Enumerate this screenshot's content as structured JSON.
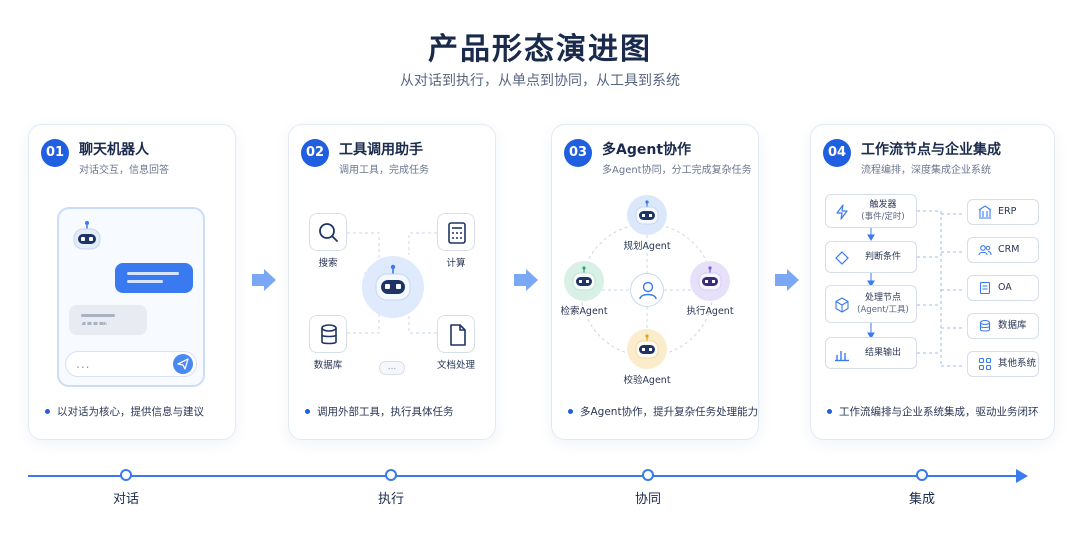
{
  "header": {
    "title": "产品形态演进图",
    "subtitle": "从对话到执行，从单点到协同，从工具到系统"
  },
  "cards": [
    {
      "num": "01",
      "title": "聊天机器人",
      "desc": "对话交互，信息回答",
      "footer": "以对话为核心，提供信息与建议",
      "input_placeholder": "..."
    },
    {
      "num": "02",
      "title": "工具调用助手",
      "desc": "调用工具，完成任务",
      "footer": "调用外部工具，执行具体任务",
      "tools": [
        "搜索",
        "计算",
        "数据库",
        "文档处理"
      ],
      "more": "..."
    },
    {
      "num": "03",
      "title": "多Agent协作",
      "desc": "多Agent协同，分工完成复杂任务",
      "footer": "多Agent协作，提升复杂任务处理能力",
      "agents": [
        "规划Agent",
        "检索Agent",
        "执行Agent",
        "校验Agent"
      ]
    },
    {
      "num": "04",
      "title": "工作流节点与企业集成",
      "desc": "流程编排，深度集成企业系统",
      "footer": "工作流编排与企业系统集成，驱动业务闭环",
      "workflow": [
        {
          "label": "触发器",
          "sub": "(事件/定时)"
        },
        {
          "label": "判断条件",
          "sub": ""
        },
        {
          "label": "处理节点",
          "sub": "(Agent/工具)"
        },
        {
          "label": "结果输出",
          "sub": ""
        }
      ],
      "systems": [
        "ERP",
        "CRM",
        "OA",
        "数据库",
        "其他系统"
      ]
    }
  ],
  "timeline": [
    "对话",
    "执行",
    "协同",
    "集成"
  ],
  "colors": {
    "accent": "#1f5fe0",
    "line": "#3a7af0",
    "agent_green": "#d8f0e6",
    "agent_blue": "#dbe8fb",
    "agent_purple": "#e6e0f8",
    "agent_yellow": "#fbeccc"
  }
}
